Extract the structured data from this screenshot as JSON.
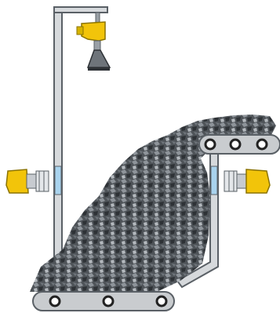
{
  "diagram": {
    "components": [
      {
        "id": "radar-level-sensor",
        "icon": "horn-antenna-radar-sensor-icon"
      },
      {
        "id": "left-barrier-sensor",
        "icon": "microwave-barrier-transmitter-icon"
      },
      {
        "id": "right-barrier-sensor",
        "icon": "microwave-barrier-receiver-icon"
      },
      {
        "id": "bunker",
        "icon": "bulk-silo-icon"
      },
      {
        "id": "upper-conveyor",
        "icon": "conveyor-belt-icon"
      },
      {
        "id": "lower-conveyor",
        "icon": "conveyor-belt-icon"
      },
      {
        "id": "bulk-material",
        "icon": "coal-pile-icon"
      }
    ],
    "colors": {
      "sensor": "#f2c40a",
      "sensor_dark": "#8b7300",
      "wall_fill": "#d6d9dc",
      "wall_stroke": "#5a6066",
      "window": "#a9d3ee",
      "material": "#5c6166",
      "belt": "#c9cccf"
    }
  }
}
